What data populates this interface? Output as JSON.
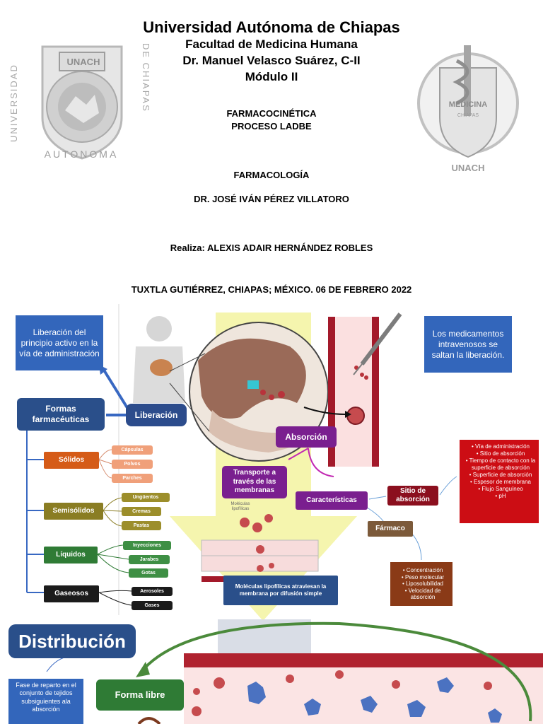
{
  "header": {
    "university": "Universidad Autónoma de Chiapas",
    "faculty": "Facultad de Medicina Humana",
    "campus": "Dr. Manuel Velasco Suárez, C-II",
    "module": "Módulo II",
    "topic_1": "FARMACOCINÉTICA",
    "topic_2": "PROCESO LADBE",
    "subject": "FARMACOLOGÍA",
    "teacher": "DR. JOSÉ IVÁN PÉREZ VILLATORO",
    "author": "Realiza: ALEXIS ADAIR HERNÁNDEZ ROBLES",
    "place_date": "TUXTLA GUTIÉRREZ, CHIAPAS; MÉXICO. 06 DE FEBRERO 2022"
  },
  "logos": {
    "left_top": "UNACH",
    "left_side_left": "UNIVERSIDAD",
    "left_side_right": "DE CHIAPAS",
    "left_bottom": "AUTONOMA",
    "right_center": "MEDICINA",
    "right_sub": "CHIAPAS",
    "right_bottom": "UNACH"
  },
  "diagram": {
    "liberation_desc": "Liberación del principio activo en la vía de administración",
    "iv_note": "Los medicamentos intravenosos se saltan la liberación.",
    "formas": "Formas farmacéuticas",
    "liberacion": "Liberación",
    "absorcion": "Absorción",
    "transporte": "Transporte a través de las membranas",
    "caracteristicas": "Características",
    "sitio": "Sitio de absorción",
    "farmaco": "Fármaco",
    "lipo_label": "Moléculas lipofílicas",
    "lipo_note": "Moléculas lipofílicas atraviesan la membrana por difusión simple",
    "sitio_list": [
      "Vía de administración",
      "Sitio de absorción",
      "Tiempo de contacto con la superficie de absorción",
      "Superficie de absorción",
      "Espesor de membrana",
      "Flujo Sanguíneo",
      "pH"
    ],
    "farmaco_list": [
      "Concentración",
      "Peso molecular",
      "Liposolubilidad",
      "Velocidad de absorción"
    ],
    "solidos": {
      "label": "Sólidos",
      "items": [
        "Cápsulas",
        "Polvos",
        "Parches"
      ]
    },
    "semisolidos": {
      "label": "Semisólidos",
      "items": [
        "Ungüentos",
        "Cremas",
        "Pastas"
      ]
    },
    "liquidos": {
      "label": "Líquidos",
      "items": [
        "Inyecciones",
        "Jarabes",
        "Gotas"
      ]
    },
    "gaseosos": {
      "label": "Gaseosos",
      "items": [
        "Aerosoles",
        "Gases"
      ]
    }
  },
  "distribution": {
    "title": "Distribución",
    "desc": "Fase de reparto en el conjunto de tejidos subsiguientes ala absorción",
    "forma_libre": "Forma libre"
  },
  "colors": {
    "blue": "#3366bb",
    "navy": "#2a4f8a",
    "purple": "#7a1f8f",
    "darkred": "#8b0f1e",
    "red": "#cc0d14",
    "orange": "#d55b17",
    "olive": "#8a7d23",
    "green": "#2f7b35",
    "arrow_yellow": "#f3f39a"
  }
}
